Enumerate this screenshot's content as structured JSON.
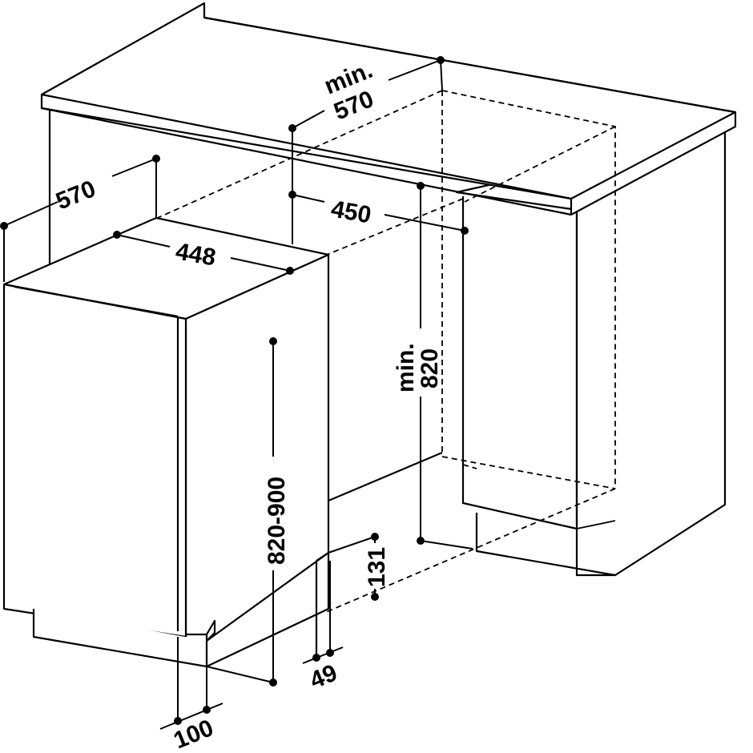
{
  "dimensions": {
    "niche_depth_prefix": "min.",
    "niche_depth": "570",
    "appliance_depth": "570",
    "niche_width": "450",
    "appliance_width": "448",
    "niche_height_prefix": "min.",
    "niche_height": "820",
    "appliance_height": "820-900",
    "plinth_height": "131",
    "plinth_setback": "49",
    "door_gap": "100"
  }
}
